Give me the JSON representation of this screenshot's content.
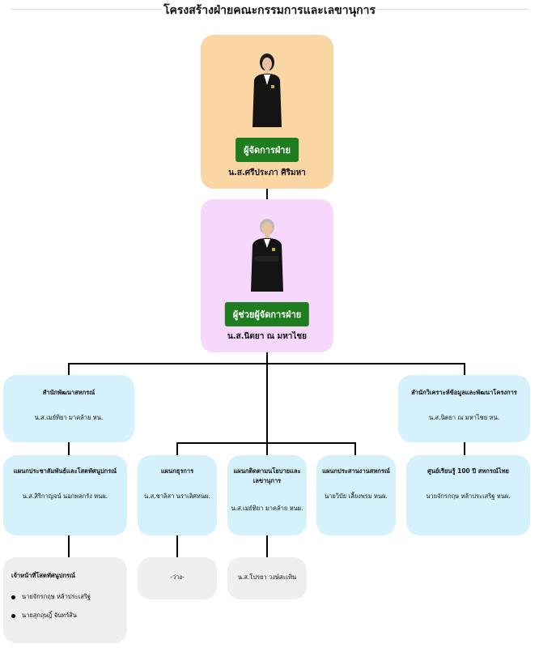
{
  "title": "โครงสร้างฝ่ายคณะกรรมการและเลขานุการ",
  "manager": {
    "role": "ผู้จัดการฝ่าย",
    "name": "น.ส.ศรีประภา ศิริมหา"
  },
  "assistant": {
    "role": "ผู้ช่วยผู้จัดการฝ่าย",
    "name": "น.ส.นิตยา ณ มหาไชย"
  },
  "offices": [
    {
      "title": "สำนักพัฒนาสหกรณ์",
      "person": "น.ส.เมย์ทิยา มาคล้าย หน."
    },
    {
      "title": "สำนักวิเคราะห์ข้อมูลและพัฒนาโครงการ",
      "person": "น.ส.นิตยา ณ มหาไชย หน."
    }
  ],
  "departments": [
    {
      "title": "แผนกประชาสัมพันธ์และโสตทัศนูปกรณ์",
      "person": "น.ส.สิริกาญจน์ นอกพลกรัง หนผ."
    },
    {
      "title": "แผนกธุรการ",
      "person": "น.ส.ชาลิสา นราเลิศหนผ."
    },
    {
      "title": "แผนกติดตามนโยบายและเลขานุการ",
      "person": "น.ส.เมย์ทิยา มาคล้าย หนผ."
    },
    {
      "title": "แผนกประสานงานสหกรณ์",
      "person": "นายวิบัย เลี้ยงพรม หนผ."
    },
    {
      "title": "ศูนย์เรียนรู้ 100 ปี สหกรณ์ไทย",
      "person": "นายจักรกฤษ หล้าประเสริฐ หนผ."
    }
  ],
  "staff": {
    "title": "เจ้าหน้าที่โสตทัศนูปกรณ์",
    "items": [
      "นายจักรกฤษ หล้าประเสริฐ",
      "นายสุกฤษฎิ์ จันทร์สิน"
    ]
  },
  "vacant": "-ว่าง-",
  "policy_staff": "น.ส.โปรยา วงษ์สะเทิน",
  "colors": {
    "manager_bg": "#fbd6a5",
    "assistant_bg": "#f5d8fb",
    "dept_bg": "#d4f1fc",
    "staff_bg": "#efefef",
    "role_badge": "#1e7d1e"
  }
}
